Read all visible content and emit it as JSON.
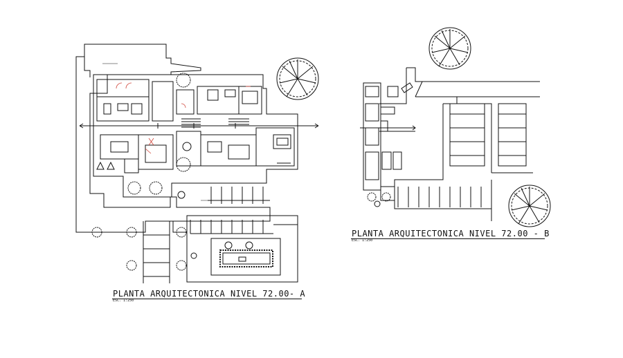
{
  "plan_a": {
    "title": "PLANTA ARQUITECTONICA NIVEL 72.00- A",
    "scale": "ESC. 1:250"
  },
  "plan_b": {
    "title": "PLANTA ARQUITECTONICA NIVEL 72.00 - B",
    "scale": "ESC. 1:250"
  },
  "colors": {
    "line": "#111111",
    "accent": "#d0453a"
  }
}
